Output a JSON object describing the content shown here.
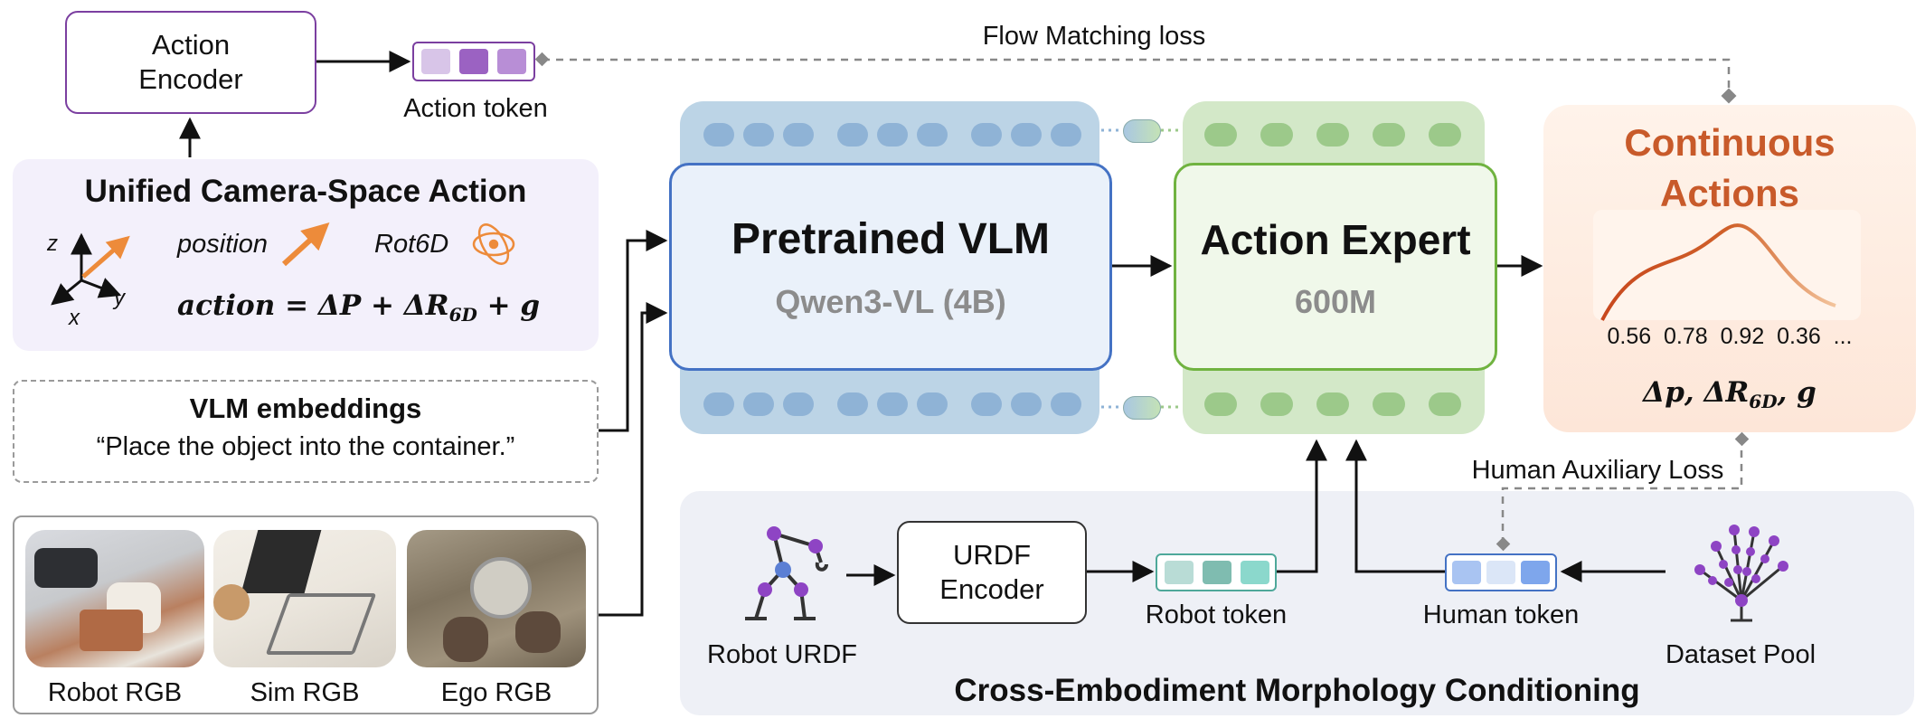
{
  "action_encoder": {
    "title_line1": "Action",
    "title_line2": "Encoder"
  },
  "action_token": {
    "label": "Action token"
  },
  "flow_matching_loss": "Flow Matching loss",
  "unified_action": {
    "title": "Unified Camera-Space Action",
    "axis_z": "z",
    "axis_y": "y",
    "axis_x": "x",
    "position_label": "position",
    "rot_label": "Rot6D",
    "formula": "action = ΔP + ΔR",
    "formula_sub": "6D",
    "formula_tail": " + g"
  },
  "vlm_embeddings": {
    "title": "VLM embeddings",
    "instruction": "“Place the object into the container.”"
  },
  "images": [
    {
      "label": "Robot RGB"
    },
    {
      "label": "Sim RGB"
    },
    {
      "label": "Ego RGB"
    }
  ],
  "vlm": {
    "title": "Pretrained VLM",
    "subtitle": "Qwen3-VL (4B)"
  },
  "action_expert": {
    "title": "Action Expert",
    "subtitle": "600M"
  },
  "continuous_actions": {
    "title_line1": "Continuous",
    "title_line2": "Actions",
    "values": "0.56  0.78  0.92  0.36  ...",
    "formula": "Δp, ΔR",
    "formula_sub": "6D",
    "formula_tail": ", g"
  },
  "human_aux_loss": "Human Auxiliary Loss",
  "morphology": {
    "title": "Cross-Embodiment Morphology Conditioning",
    "robot_urdf": "Robot URDF",
    "urdf_encoder_line1": "URDF",
    "urdf_encoder_line2": "Encoder",
    "robot_token": "Robot token",
    "human_token": "Human token",
    "dataset_pool": "Dataset Pool"
  },
  "colors": {
    "purple": "#7b3fa0",
    "vlm_blue": "#4472c4",
    "expert_green": "#70b340",
    "orange": "#c85a2a"
  }
}
